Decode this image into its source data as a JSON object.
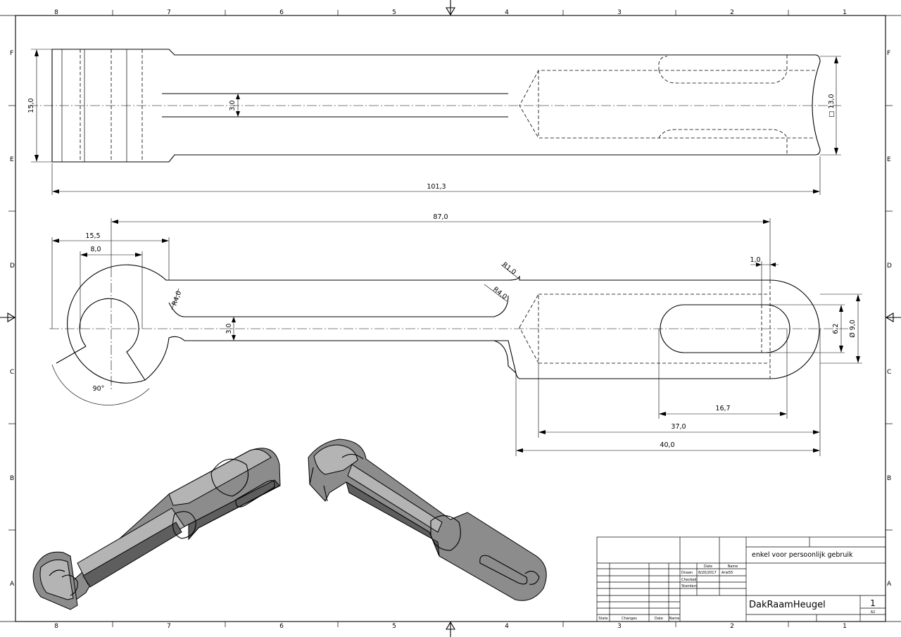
{
  "drawing": {
    "zones_columns": [
      "8",
      "7",
      "6",
      "5",
      "4",
      "3",
      "2",
      "1"
    ],
    "zones_rows": [
      "F",
      "E",
      "D",
      "C",
      "B",
      "A"
    ]
  },
  "top_view": {
    "dim_height": "15,0",
    "dim_slot": "3,0",
    "dim_square": "□ 13,0",
    "dim_length": "101,3"
  },
  "front_view": {
    "dim_87": "87,0",
    "dim_15_5": "15,5",
    "dim_8": "8,0",
    "dim_r1": "R1,0",
    "dim_r4_left": "R4,0",
    "dim_r4_right": "R4,0",
    "dim_slot": "3,0",
    "dim_1": "1,0",
    "dim_6_2": "6,2",
    "dim_9": "Ø 9,0",
    "dim_angle": "90°",
    "dim_16_7": "16,7",
    "dim_37": "37,0",
    "dim_40": "40,0"
  },
  "title_block": {
    "note": "enkel voor persoonlijk gebruik",
    "col_date": "Date",
    "col_name": "Name",
    "row_drawn": "Drawn",
    "row_checked": "Checked",
    "row_standard": "Standard",
    "drawn_date": "8/20/2017",
    "drawn_name": "Arie55",
    "title": "DakRaamHeugel",
    "sheet": "1",
    "format": "A2",
    "rev_state": "State",
    "rev_changes": "Changes",
    "rev_date": "Date",
    "rev_name": "Name"
  }
}
